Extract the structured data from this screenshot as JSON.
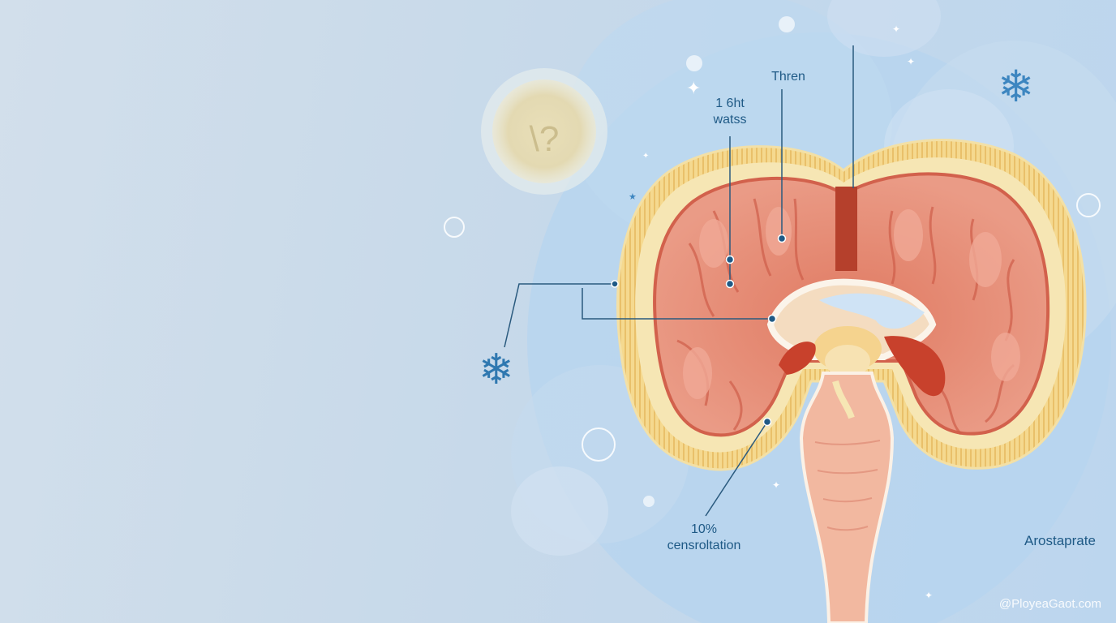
{
  "diagram": {
    "labels": {
      "watts_line1": "1 6ht",
      "watts_line2": "watss",
      "thren": "Thren",
      "consolidation_line1": "10%",
      "consolidation_line2": "censroltation",
      "arostaprate": "Arostaprate"
    },
    "badge": "\\?",
    "watermark": "@PloyeaGaot.com"
  },
  "colors": {
    "background": "#c7d9ea",
    "cortex": "#f6e6b4",
    "medulla": "#e88f7c",
    "tissue": "#d96e5c",
    "vessel": "#b5402c",
    "label": "#1f5a86",
    "snowflake": "#2f78b0"
  },
  "icons": [
    "snowflake-icon",
    "snowflake-icon",
    "sparkle-icon",
    "question-badge-icon"
  ]
}
